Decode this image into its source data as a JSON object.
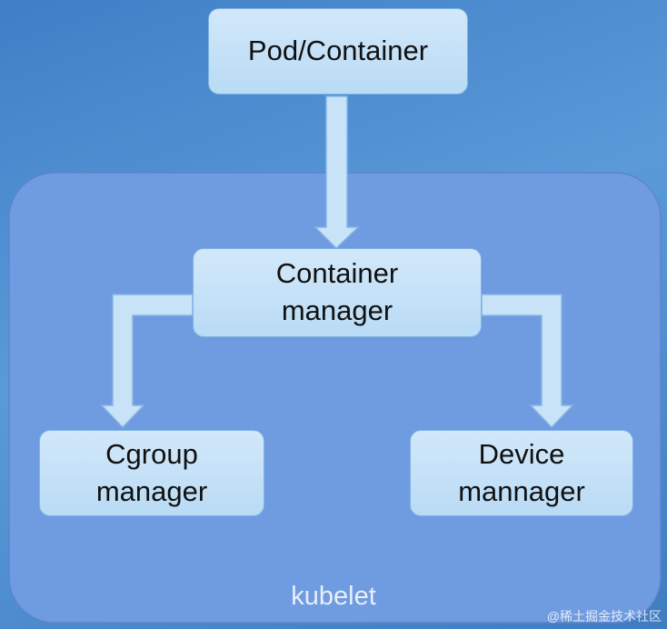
{
  "diagram": {
    "nodes": {
      "pod_container": "Pod/Container",
      "container_manager": "Container\nmanager",
      "cgroup_manager": "Cgroup\nmanager",
      "device_manager": "Device\nmannager"
    },
    "group_label": "kubelet",
    "edges": [
      {
        "from": "pod_container",
        "to": "container_manager"
      },
      {
        "from": "container_manager",
        "to": "cgroup_manager"
      },
      {
        "from": "container_manager",
        "to": "device_manager"
      }
    ]
  },
  "watermark": "@稀土掘金技术社区",
  "colors": {
    "background": "#4a8bd0",
    "group_fill": "#6f9be0",
    "box_fill": "#c6e1f7",
    "arrow_fill": "#c8e3f8"
  }
}
